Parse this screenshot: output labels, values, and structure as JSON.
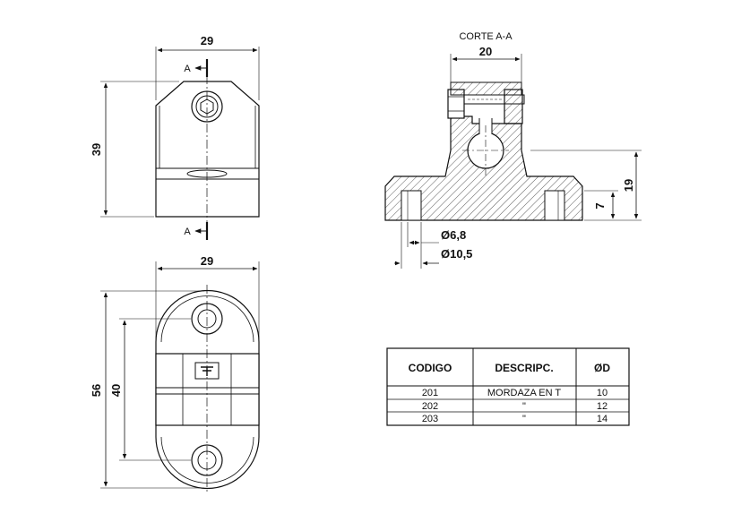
{
  "front_view": {
    "dim_width": "29",
    "dim_height": "39",
    "section_mark_top": "A",
    "section_mark_bottom": "A"
  },
  "top_view": {
    "dim_width": "29",
    "dim_length": "56",
    "dim_hole_spacing": "40"
  },
  "section_view": {
    "title": "CORTE A-A",
    "dim_width": "20",
    "dim_height": "19",
    "dim_base": "7",
    "dim_hole_small": "Ø6,8",
    "dim_hole_large": "Ø10,5"
  },
  "table": {
    "headers": [
      "CODIGO",
      "DESCRIPC.",
      "ØD"
    ],
    "rows": [
      [
        "201",
        "MORDAZA EN T",
        "10"
      ],
      [
        "202",
        "\"",
        "12"
      ],
      [
        "203",
        "\"",
        "14"
      ]
    ]
  }
}
